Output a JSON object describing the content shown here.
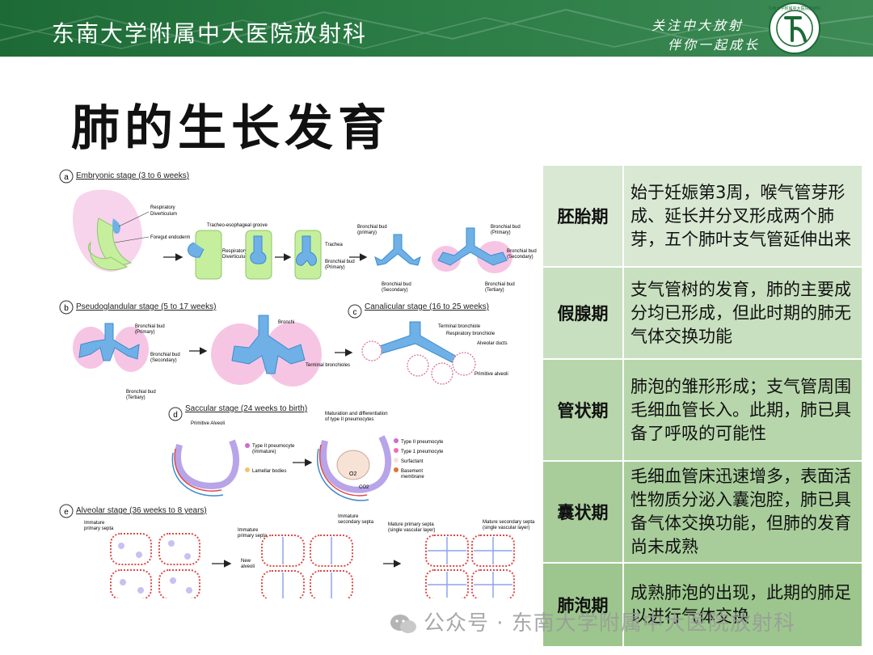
{
  "header": {
    "institution": "东南大学附属中大医院放射科",
    "slogan_line1": "关注中大放射",
    "slogan_line2": "伴你一起成长",
    "logo_letter": "R",
    "logo_ring_text": "东南大学附属中大医院放射科"
  },
  "title": "肺的生长发育",
  "figure": {
    "panels": [
      {
        "letter": "a",
        "title": "Embryonic stage (3 to 6 weeks)"
      },
      {
        "letter": "b",
        "title": "Pseudoglandular stage (5 to 17 weeks)"
      },
      {
        "letter": "c",
        "title": "Canalicular stage  (16 to 25 weeks)"
      },
      {
        "letter": "d",
        "title": "Saccular stage (24 weeks to birth)"
      },
      {
        "letter": "e",
        "title": "Alveolar stage (36 weeks to 8 years)"
      }
    ],
    "labels": {
      "resp_div": "Respiratory",
      "resp_div2": "Diverticulum",
      "foregut": "Foregut endoderm",
      "tracheo": "Tracheo-esophageal groove",
      "resp_div_b": "Respiratory",
      "resp_div_b2": "Diverticulum",
      "trachea": "Trachea",
      "bb_primary_a": "Bronchial bud",
      "bb_primary_a2": "(Primary)",
      "bb_primary_b": "Bronchial bud",
      "bb_primary_b2": "(primary)",
      "bb_secondary_a": "Bronchial bud",
      "bb_secondary_a2": "(Secondary)",
      "bb_primary_c": "Bronchial bud",
      "bb_primary_c2": "(Primary)",
      "bb_secondary_c": "Bronchial bud",
      "bb_secondary_c2": "(Secondary)",
      "bb_tertiary_a": "Bronchial bud",
      "bb_tertiary_a2": "(Tertiary)",
      "b_primary": "Bronchial bud",
      "b_primary2": "(Primary)",
      "b_secondary": "Bronchial bud",
      "b_secondary2": "(Secondary)",
      "b_tertiary": "Bronchial bud",
      "b_tertiary2": "(Tertiary)",
      "bronchi": "Bronchi",
      "terminal_b": "Terminal bronchioles",
      "c_terminal": "Terminal bronchiole",
      "c_resp": "Respiratory bronchiole",
      "c_alv": "Alveolar ducts",
      "c_prim": "Primitive alveoli",
      "d_prim": "Primitive Alveoli",
      "d_t2": "Type II pneumocyte",
      "d_t2b": "(Immature)",
      "d_lam": "Lamellar bodies",
      "d_mat": "Maturation and differentiation",
      "d_mat2": "of type II pneumocytes",
      "d_leg1": "Type II pneumocyte",
      "d_leg2": "Type 1 pneumocyte",
      "d_leg3": "Surfactant",
      "d_leg4": "Basement",
      "d_leg4b": "membrane",
      "d_o2": "O2",
      "d_co2": "CO2",
      "e_imm": "Immature",
      "e_imm2": "primary septa",
      "e_imm_b": "Immature",
      "e_imm_b2": "primary septa",
      "e_new": "New",
      "e_new2": "alveoli",
      "e_imm_sec": "Immature",
      "e_imm_sec2": "secondary septa",
      "e_mat_p": "Mature primary septa",
      "e_mat_p2": "(single vascular layer)",
      "e_mat_s": "Mature secondary septa",
      "e_mat_s2": "(single vascular layer)"
    }
  },
  "stages": [
    {
      "name": "胚胎期",
      "desc": "始于妊娠第3周，喉气管芽形成、延长并分叉形成两个肺芽，五个肺叶支气管延伸出来"
    },
    {
      "name": "假腺期",
      "desc": "支气管树的发育，肺的主要成分均已形成，但此时期的肺无气体交换功能"
    },
    {
      "name": "管状期",
      "desc": "肺泡的雏形形成；支气管周围毛细血管长入。此期，肺已具备了呼吸的可能性"
    },
    {
      "name": "囊状期",
      "desc": "毛细血管床迅速增多，表面活性物质分泌入囊泡腔，肺已具备气体交换功能，但肺的发育尚未成熟"
    },
    {
      "name": "肺泡期",
      "desc": "成熟肺泡的出现，此期的肺足以进行气体交换"
    }
  ],
  "watermark": "公众号 · 东南大学附属中大医院放射科",
  "colors": {
    "header_green": "#2a7b44",
    "airway_blue": "#6fb1e6",
    "lung_pink": "#f2a6d0",
    "table_green": "#b7d6ab"
  }
}
